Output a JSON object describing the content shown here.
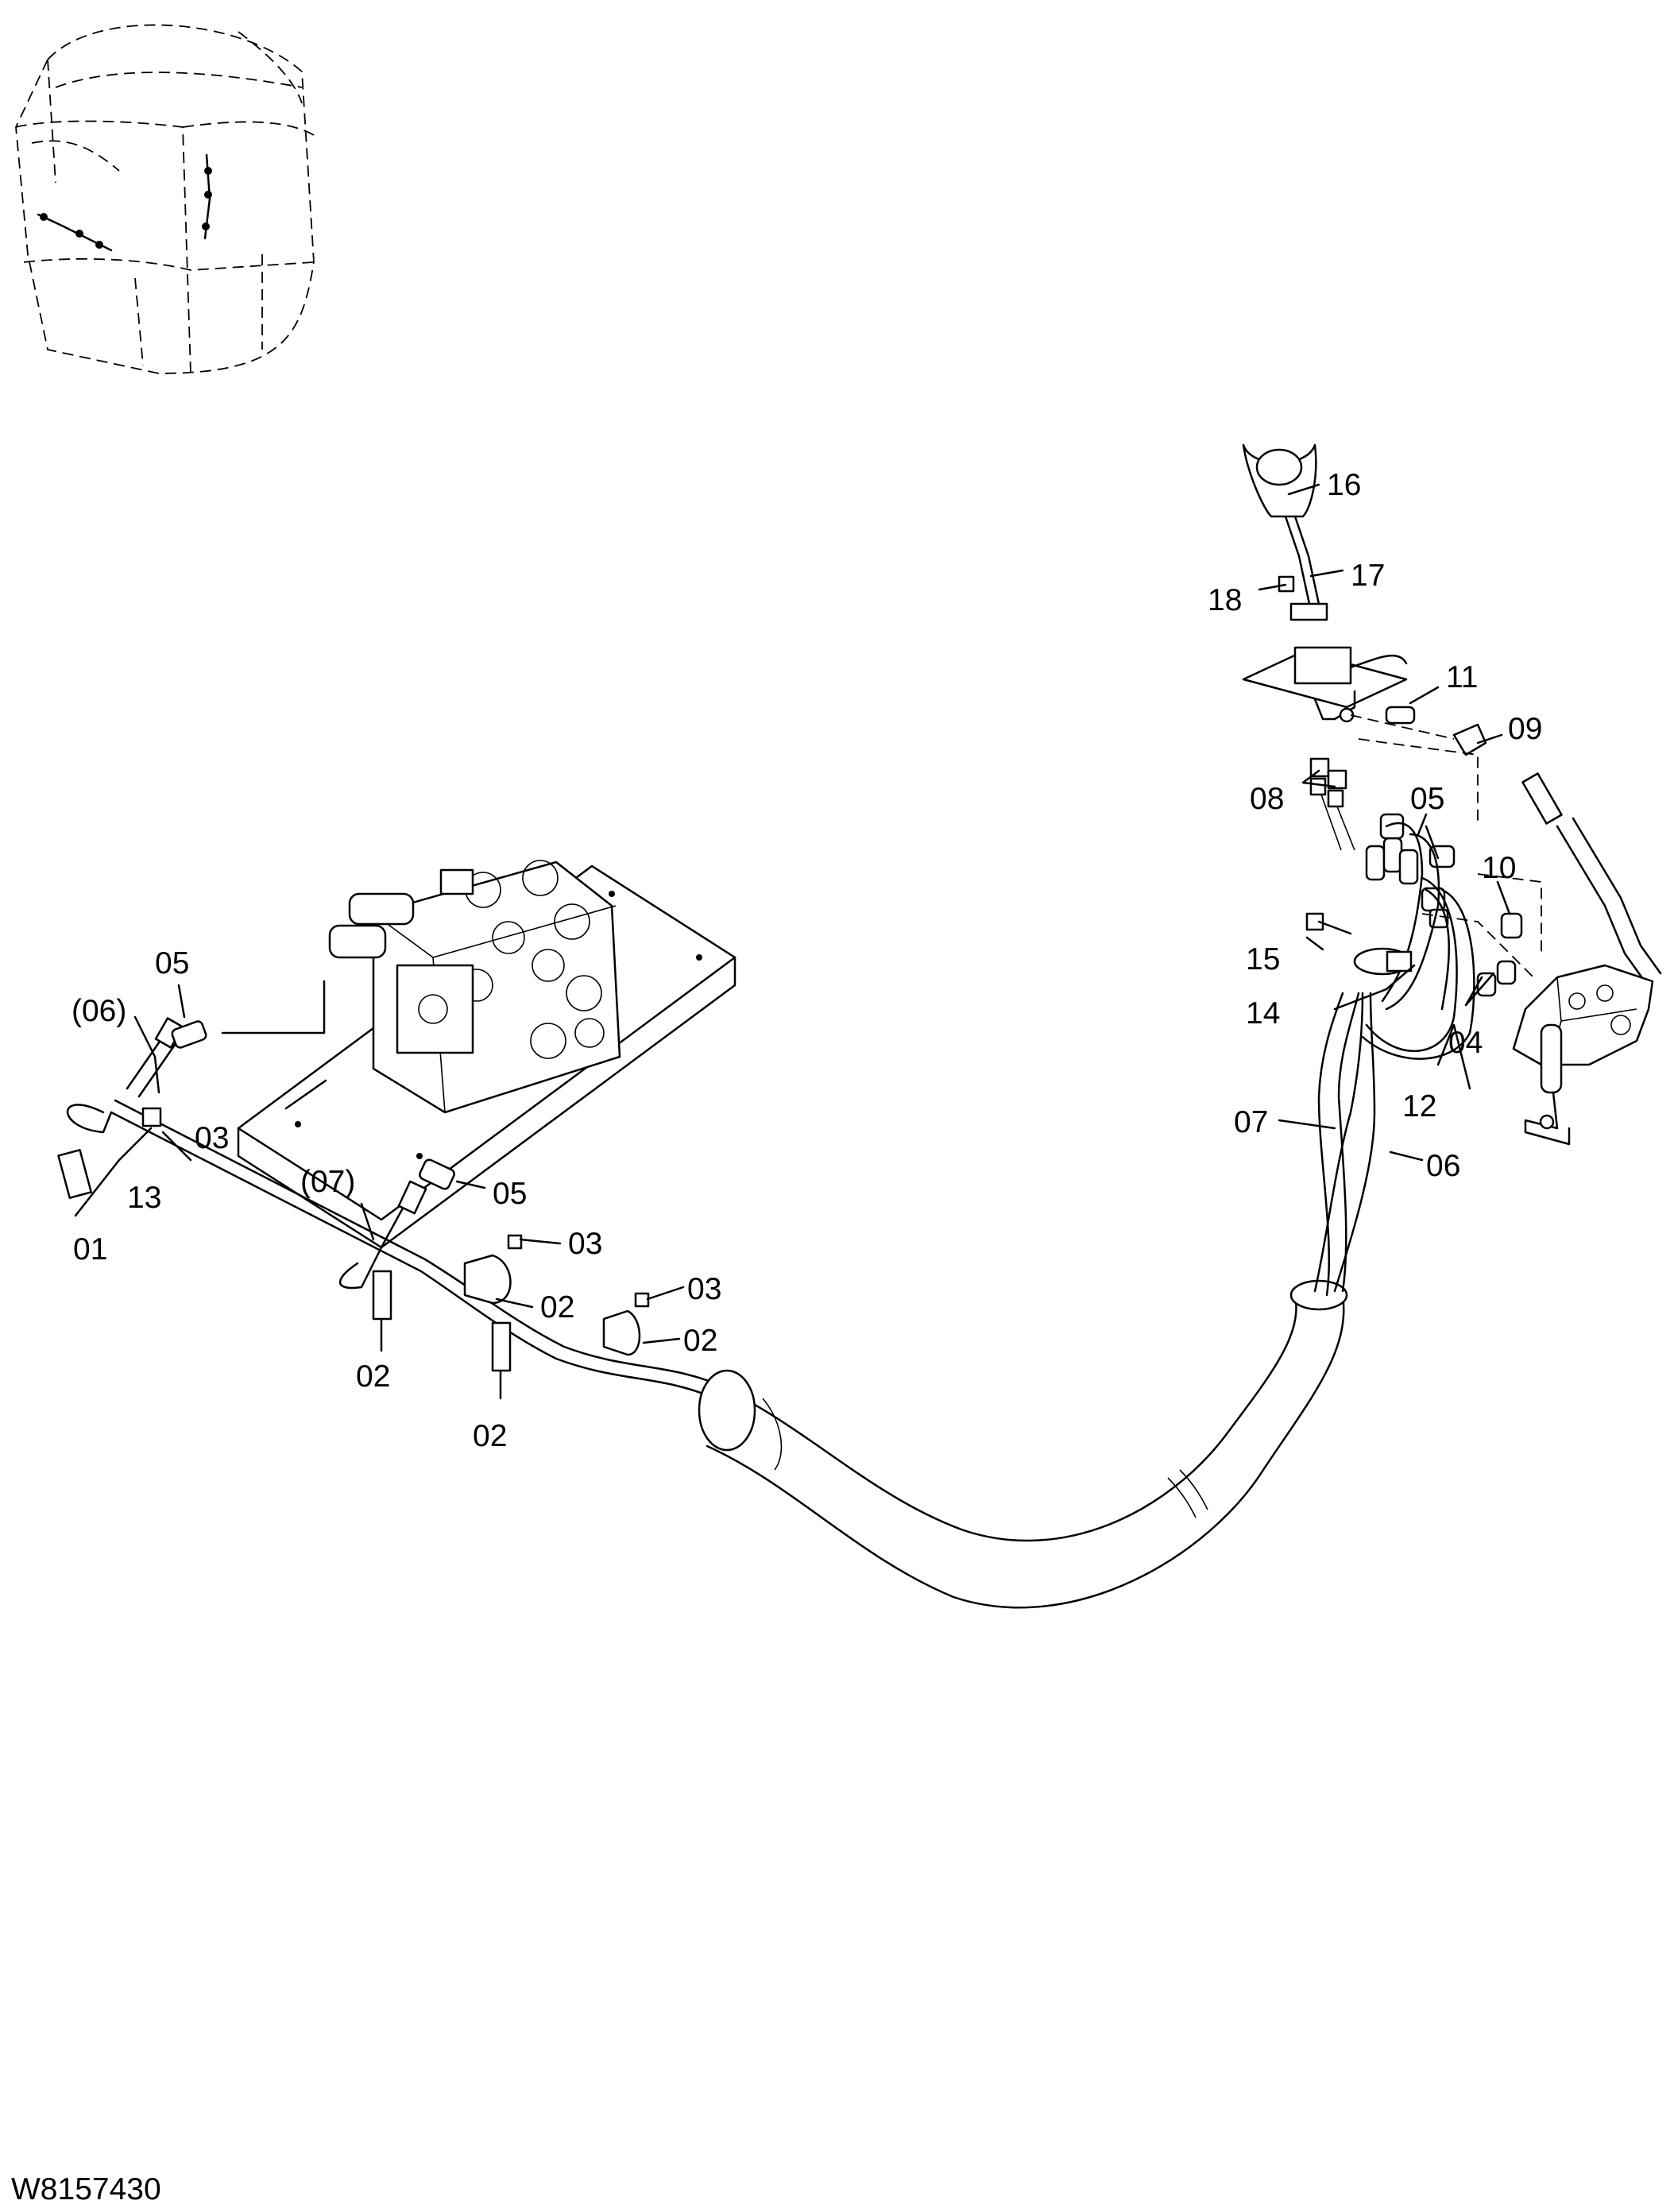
{
  "drawing_number": "W8157430",
  "callouts": {
    "c16": "16",
    "c17": "17",
    "c18": "18",
    "c11": "11",
    "c09": "09",
    "c08": "08",
    "c05_right": "05",
    "c10": "10",
    "c15": "15",
    "c14": "14",
    "c04": "04",
    "c12": "12",
    "c07": "07",
    "c06": "06",
    "c05_left": "05",
    "c06_paren": "(06)",
    "c03_a": "03",
    "c13": "13",
    "c01": "01",
    "c07_paren": "(07)",
    "c05_mid": "05",
    "c03_b": "03",
    "c03_c": "03",
    "c02_a": "02",
    "c02_b": "02",
    "c02_c": "02",
    "c02_d": "02"
  }
}
